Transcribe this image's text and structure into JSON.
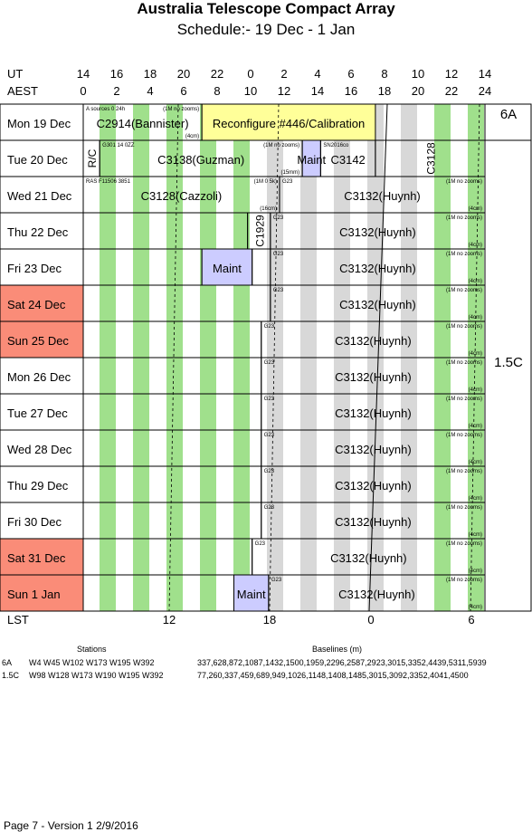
{
  "title": "Australia Telescope Compact Array",
  "subtitle": "Schedule:- 19 Dec - 1  Jan",
  "time_axes": {
    "ut_label": "UT",
    "aest_label": "AEST",
    "lst_label": "LST",
    "ut_ticks": [
      "14",
      "16",
      "18",
      "20",
      "22",
      "0",
      "2",
      "4",
      "6",
      "8",
      "10",
      "12",
      "14"
    ],
    "aest_ticks": [
      "0",
      "2",
      "4",
      "6",
      "8",
      "10",
      "12",
      "14",
      "16",
      "18",
      "20",
      "22",
      "24"
    ],
    "lst_ticks": [
      "12",
      "18",
      "0",
      "6"
    ]
  },
  "days": [
    {
      "label": "Mon  19 Dec",
      "weekend": false
    },
    {
      "label": "Tue   20 Dec",
      "weekend": false
    },
    {
      "label": "Wed  21 Dec",
      "weekend": false
    },
    {
      "label": "Thu   22 Dec",
      "weekend": false
    },
    {
      "label": "Fri    23 Dec",
      "weekend": false
    },
    {
      "label": "Sat   24 Dec",
      "weekend": true
    },
    {
      "label": "Sun  25 Dec",
      "weekend": true
    },
    {
      "label": "Mon  26 Dec",
      "weekend": false
    },
    {
      "label": "Tue   27 Dec",
      "weekend": false
    },
    {
      "label": "Wed  28 Dec",
      "weekend": false
    },
    {
      "label": "Thu   29 Dec",
      "weekend": false
    },
    {
      "label": "Fri    30 Dec",
      "weekend": false
    },
    {
      "label": "Sat   31 Dec",
      "weekend": true
    },
    {
      "label": "Sun    1  Jan",
      "weekend": true
    }
  ],
  "configs": [
    {
      "name": "6A",
      "from_day": 0,
      "to_day": 0
    },
    {
      "name": "1.5C",
      "from_day": 1,
      "to_day": 13
    }
  ],
  "blocks": [
    {
      "day": 0,
      "start": 0,
      "end": 130,
      "label": "C2914(Bannister)",
      "note_tl": "A  sources 0 24h",
      "note_tr": "(1M no zooms)",
      "note_br": "(4cm)"
    },
    {
      "day": 0,
      "start": 130,
      "end": 320,
      "label": "Reconfigure #446/Calibration",
      "fill": "#ffff99"
    },
    {
      "day": 1,
      "start": 0,
      "end": 18,
      "label": "R/C",
      "vertical": true
    },
    {
      "day": 1,
      "start": 18,
      "end": 240,
      "label": "C3138(Guzman)",
      "note_tl": "G301 14 0ZZ",
      "note_tr": "(1M no zooms)",
      "note_br": "(15mm)"
    },
    {
      "day": 1,
      "start": 240,
      "end": 260,
      "label": "Maint",
      "fill": "#ccccff"
    },
    {
      "day": 1,
      "start": 260,
      "end": 320,
      "label": "C3142",
      "note_tl": "SN2016co"
    },
    {
      "day": 1,
      "start": 320,
      "end": 440,
      "label": "C3128",
      "vertical": true
    },
    {
      "day": 2,
      "start": 0,
      "end": 215,
      "label": "C3128(Cazzoli)",
      "note_tl": "RAS F11506 3851",
      "note_tr": "(1M 0 5k)",
      "note_br": "(16cm)"
    },
    {
      "day": 2,
      "start": 215,
      "end": 440,
      "label": "C3132(Huynh)",
      "note_tl": "G23",
      "note_tr": "(1M no zooms)",
      "note_br": "(4cm)"
    },
    {
      "day": 3,
      "start": 0,
      "end": 180,
      "label": ""
    },
    {
      "day": 3,
      "start": 180,
      "end": 205,
      "label": "C1929",
      "vertical": true
    },
    {
      "day": 3,
      "start": 205,
      "end": 440,
      "label": "C3132(Huynh)",
      "note_tl": "G23",
      "note_tr": "(1M no zooms)",
      "note_br": "(4cm)"
    },
    {
      "day": 4,
      "start": 0,
      "end": 130,
      "label": ""
    },
    {
      "day": 4,
      "start": 130,
      "end": 185,
      "label": "Maint",
      "fill": "#ccccff"
    },
    {
      "day": 4,
      "start": 185,
      "end": 205,
      "label": ""
    },
    {
      "day": 4,
      "start": 205,
      "end": 440,
      "label": "C3132(Huynh)",
      "note_tl": "G23",
      "note_tr": "(1M no zooms)",
      "note_br": "(4cm)"
    },
    {
      "day": 5,
      "start": 0,
      "end": 205,
      "label": ""
    },
    {
      "day": 5,
      "start": 205,
      "end": 440,
      "label": "C3132(Huynh)",
      "note_tl": "G23",
      "note_tr": "(1M no zooms)",
      "note_br": "(4cm)"
    },
    {
      "day": 6,
      "start": 0,
      "end": 195,
      "label": ""
    },
    {
      "day": 6,
      "start": 195,
      "end": 440,
      "label": "C3132(Huynh)",
      "note_tl": "G23",
      "note_tr": "(1M no zooms)",
      "note_br": "(4cm)"
    },
    {
      "day": 7,
      "start": 0,
      "end": 195,
      "label": ""
    },
    {
      "day": 7,
      "start": 195,
      "end": 440,
      "label": "C3132(Huynh)",
      "note_tl": "G23",
      "note_tr": "(1M no zooms)",
      "note_br": "(4cm)"
    },
    {
      "day": 8,
      "start": 0,
      "end": 195,
      "label": ""
    },
    {
      "day": 8,
      "start": 195,
      "end": 440,
      "label": "C3132(Huynh)",
      "note_tl": "G23",
      "note_tr": "(1M no zooms)",
      "note_br": "(4cm)"
    },
    {
      "day": 9,
      "start": 0,
      "end": 195,
      "label": ""
    },
    {
      "day": 9,
      "start": 195,
      "end": 440,
      "label": "C3132(Huynh)",
      "note_tl": "G23",
      "note_tr": "(1M no zooms)",
      "note_br": "(4cm)"
    },
    {
      "day": 10,
      "start": 0,
      "end": 195,
      "label": ""
    },
    {
      "day": 10,
      "start": 195,
      "end": 440,
      "label": "C3132(Huynh)",
      "note_tl": "G23",
      "note_tr": "(1M no zooms)",
      "note_br": "(4cm)"
    },
    {
      "day": 11,
      "start": 0,
      "end": 195,
      "label": ""
    },
    {
      "day": 11,
      "start": 195,
      "end": 440,
      "label": "C3132(Huynh)",
      "note_tl": "G23",
      "note_tr": "(1M no zooms)",
      "note_br": "(4cm)"
    },
    {
      "day": 12,
      "start": 0,
      "end": 185,
      "label": ""
    },
    {
      "day": 12,
      "start": 185,
      "end": 440,
      "label": "C3132(Huynh)",
      "note_tl": "G23",
      "note_tr": "(1M no zooms)",
      "note_br": "(4cm)"
    },
    {
      "day": 13,
      "start": 0,
      "end": 165,
      "label": ""
    },
    {
      "day": 13,
      "start": 165,
      "end": 203,
      "label": "Maint",
      "fill": "#ccccff"
    },
    {
      "day": 13,
      "start": 203,
      "end": 440,
      "label": "C3132(Huynh)",
      "note_tl": "G23",
      "note_tr": "(1M no zooms)",
      "note_br": "(4cm)"
    }
  ],
  "stations_table": {
    "stations_header": "Stations",
    "baselines_header": "Baselines (m)",
    "rows": [
      {
        "config": "6A",
        "stations": "W4 W45 W102 W173 W195 W392",
        "baselines": "337,628,872,1087,1432,1500,1959,2296,2587,2923,3015,3352,4439,5311,5939"
      },
      {
        "config": "1.5C",
        "stations": "W98 W128 W173 W190 W195 W392",
        "baselines": "77,260,337,459,689,949,1026,1148,1408,1485,3015,3092,3352,4041,4500"
      }
    ]
  },
  "footer": "Page 7 - Version 1  2/9/2016",
  "colors": {
    "weekend": "#fa8c78",
    "green_band": "#a0e08c",
    "grey_band": "#d8d8d8",
    "maint": "#ccccff",
    "reconfig": "#ffff99"
  }
}
